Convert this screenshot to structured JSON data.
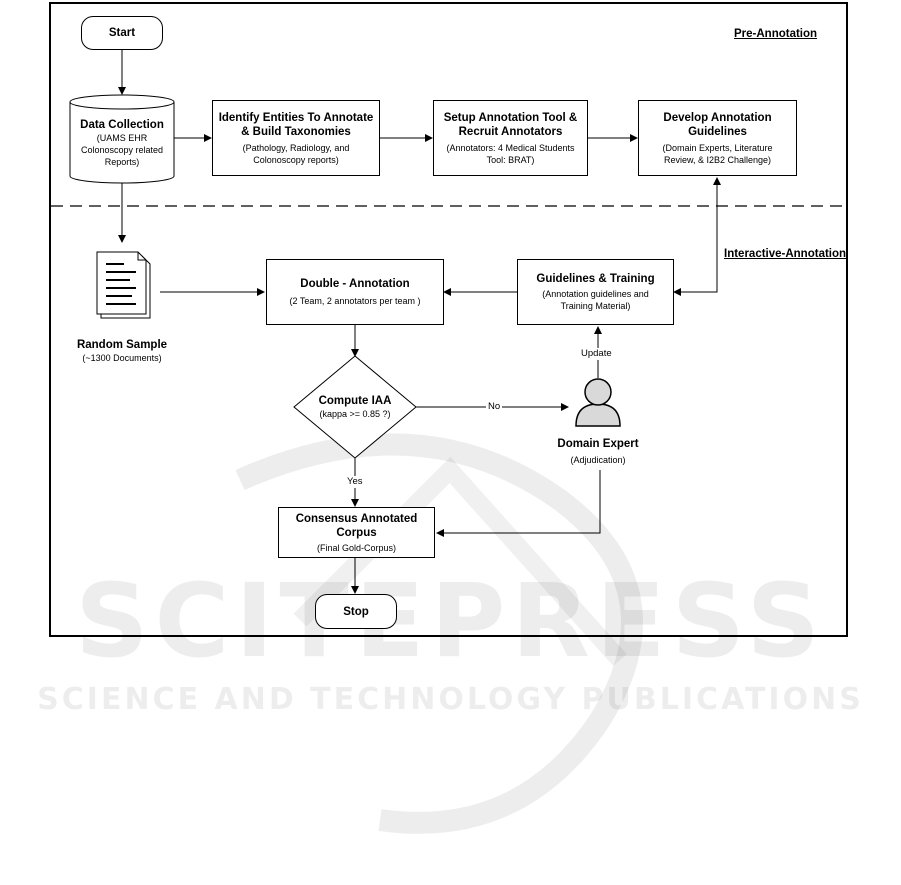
{
  "sections": {
    "pre_annotation": "Pre-Annotation",
    "interactive_annotation": "Interactive-Annotation"
  },
  "nodes": {
    "start": "Start",
    "data_collection": {
      "title": "Data Collection",
      "sub1": "(UAMS EHR",
      "sub2": "Colonoscopy related",
      "sub3": "Reports)"
    },
    "identify_entities": {
      "title1": "Identify Entities To Annotate",
      "title2": "& Build Taxonomies",
      "sub1": "(Pathology, Radiology, and",
      "sub2": "Colonoscopy reports)"
    },
    "setup_tool": {
      "title1": "Setup Annotation Tool &",
      "title2": "Recruit Annotators",
      "sub1": "(Annotators: 4 Medical Students",
      "sub2": "Tool: BRAT)"
    },
    "develop_guidelines": {
      "title1": "Develop Annotation",
      "title2": "Guidelines",
      "sub1": "(Domain Experts, Literature",
      "sub2": "Review, & I2B2 Challenge)"
    },
    "random_sample": {
      "title": "Random Sample",
      "sub": "(~1300 Documents)"
    },
    "double_annotation": {
      "title": "Double - Annotation",
      "sub": "(2 Team, 2 annotators per team )"
    },
    "guidelines_training": {
      "title": "Guidelines & Training",
      "sub1": "(Annotation guidelines and",
      "sub2": "Training Material)"
    },
    "compute_iaa": {
      "title": "Compute IAA",
      "sub": "(kappa >= 0.85 ?)"
    },
    "domain_expert": {
      "title": "Domain Expert",
      "sub": "(Adjudication)"
    },
    "consensus": {
      "title1": "Consensus Annotated",
      "title2": "Corpus",
      "sub": "(Final Gold-Corpus)"
    },
    "stop": "Stop"
  },
  "edge_labels": {
    "no": "No",
    "yes": "Yes",
    "update": "Update"
  },
  "watermark": {
    "line1": "SCITEPRESS",
    "line2": "SCIENCE AND TECHNOLOGY PUBLICATIONS"
  }
}
